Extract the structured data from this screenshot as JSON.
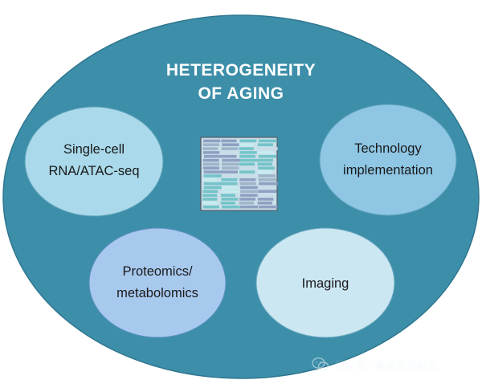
{
  "title": {
    "lines": [
      "HETEROGENEITY",
      "OF AGING"
    ]
  },
  "nodes": [
    {
      "id": "single-cell",
      "lines": [
        "Single-cell",
        "RNA/ATAC-seq"
      ],
      "color": "#a9d9ea"
    },
    {
      "id": "technology",
      "lines": [
        "Technology",
        "implementation"
      ],
      "color": "#8ec6e4"
    },
    {
      "id": "proteomics",
      "lines": [
        "Proteomics/",
        "metabolomics"
      ],
      "color": "#a8c9ee"
    },
    {
      "id": "imaging",
      "lines": [
        "Imaging"
      ],
      "color": "#cbe7f2"
    }
  ],
  "heatmap": {
    "colors": [
      "#c8dde8",
      "#9fb5c9",
      "#8fa0c2",
      "#74c4c9",
      "#c6ecef"
    ]
  },
  "colors": {
    "outer_ellipse": "#3d8fa9",
    "outer_stroke": "#2f7690",
    "title": "#ffffff",
    "text": "#1a1a1a"
  },
  "watermark": {
    "icon": "wechat-icon",
    "text": "公众号 · 衰老研究前沿"
  }
}
